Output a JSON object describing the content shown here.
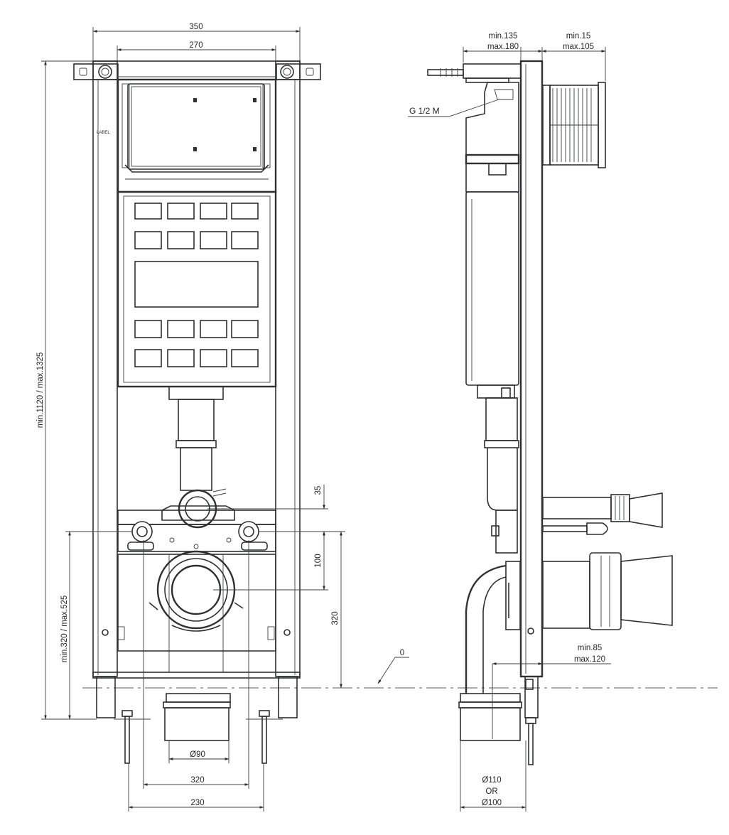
{
  "front_view": {
    "dim_width_outer": "350",
    "dim_width_inner": "270",
    "dim_height": "min.1120 / max.1325",
    "dim_pan_height": "min.320 / max.525",
    "dim_upper_gap": "35",
    "dim_bolt_spacing": "100",
    "dim_outlet_height": "320",
    "dim_inlet_diameter": "Ø90",
    "dim_anchor_spacing": "320",
    "dim_bottom_width": "230"
  },
  "side_view": {
    "dim_depth_min": "min.135",
    "dim_depth_max": "max.180",
    "dim_wall_min": "min.15",
    "dim_wall_max": "max.105",
    "water_connection": "G 1/2 M",
    "floor_zero": "0",
    "dim_offset_min": "min.85",
    "dim_offset_max": "max.120",
    "dim_outlet_110": "Ø110",
    "dim_outlet_or": "OR",
    "dim_outlet_100": "Ø100"
  },
  "colors": {
    "line": "#2e3033",
    "background": "#ffffff"
  }
}
